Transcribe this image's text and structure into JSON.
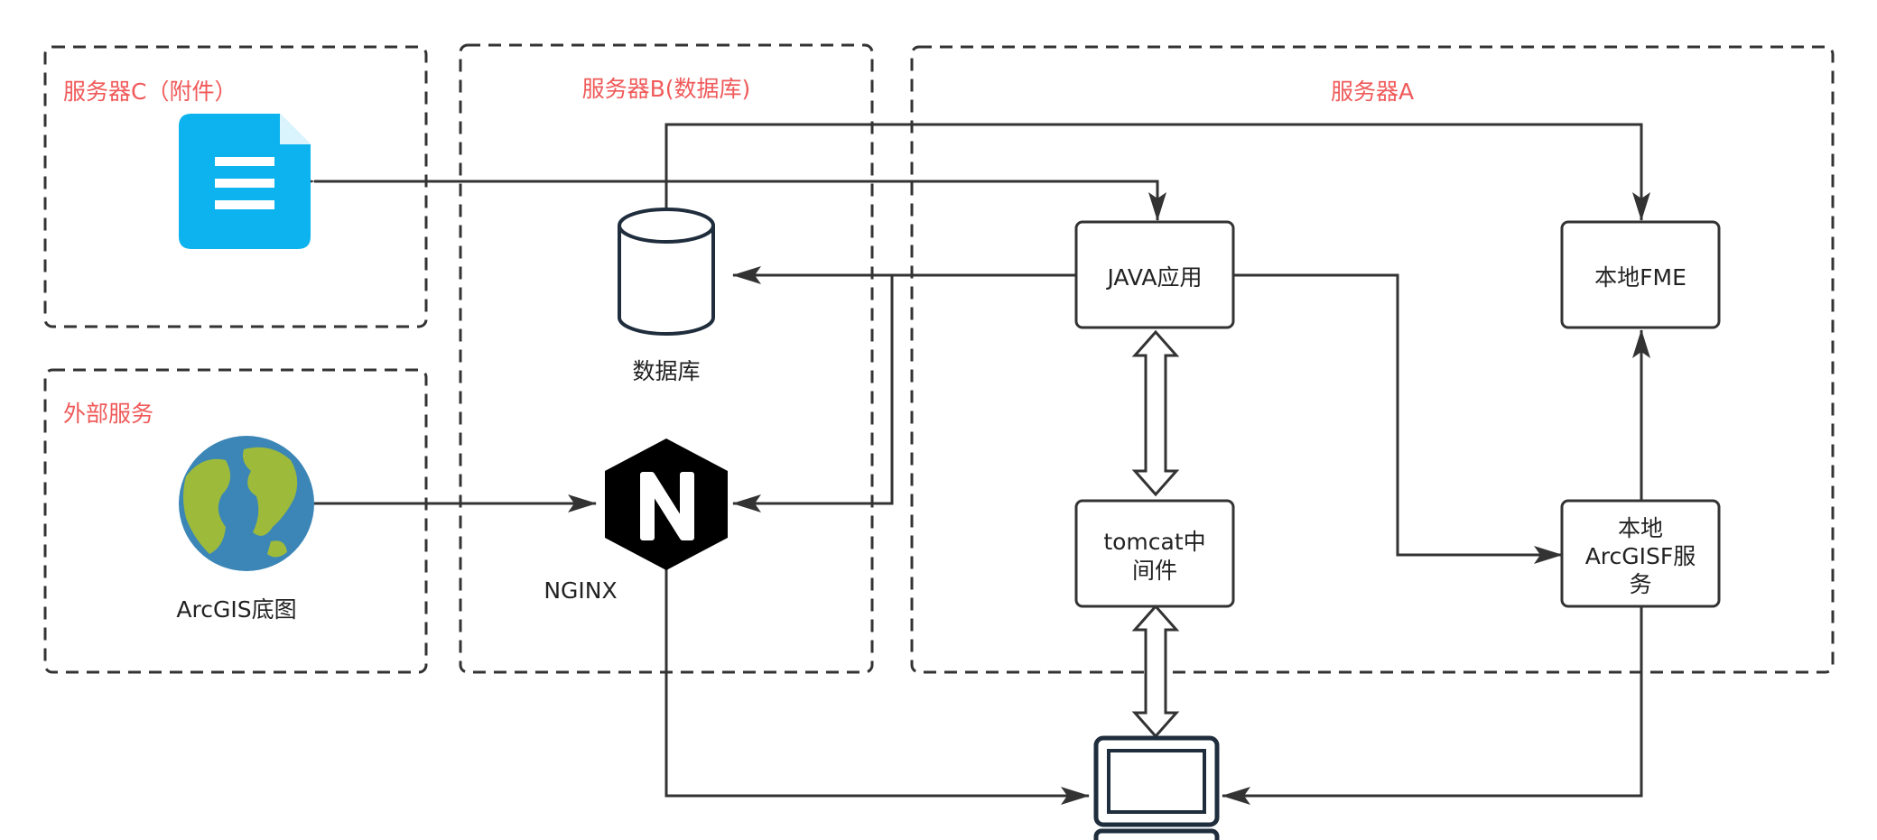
{
  "zones": {
    "server_c": "服务器C（附件）",
    "server_b": "服务器B(数据库)",
    "server_a": "服务器A",
    "external": "外部服务"
  },
  "nodes": {
    "java_app": "JAVA应用",
    "local_fme": "本地FME",
    "tomcat_line1": "tomcat中",
    "tomcat_line2": "间件",
    "arcgis_server_line1": "本地",
    "arcgis_server_line2": "ArcGISF服",
    "arcgis_server_line3": "务",
    "database": "数据库",
    "nginx": "NGINX",
    "arcgis_basemap": "ArcGIS底图"
  },
  "icons": {
    "attachment": "document-icon",
    "database": "database-icon",
    "nginx": "nginx-logo-icon",
    "globe": "globe-icon",
    "client": "computer-icon"
  },
  "colors": {
    "zone_label": "#f05a5a",
    "document": "#0cb3ee",
    "globe_ocean": "#3b86b6",
    "globe_land": "#9dba3b",
    "stroke": "#333333"
  }
}
